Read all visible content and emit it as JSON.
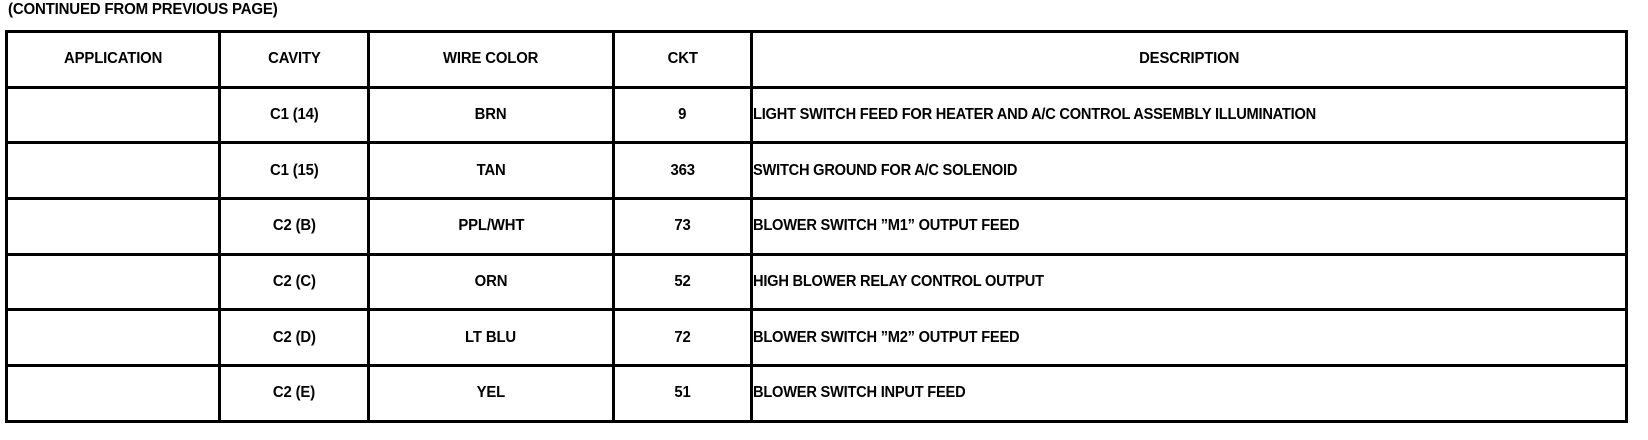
{
  "page": {
    "continued_note": "(CONTINUED FROM PREVIOUS PAGE)"
  },
  "table": {
    "headers": {
      "application": "APPLICATION",
      "cavity": "CAVITY",
      "wire_color": "WIRE COLOR",
      "ckt": "CKT",
      "description": "DESCRIPTION"
    },
    "rows": [
      {
        "application": "",
        "cavity": "C1 (14)",
        "wire_color": "BRN",
        "ckt": "9",
        "description": "LIGHT SWITCH FEED FOR HEATER AND A/C CONTROL ASSEMBLY ILLUMINATION"
      },
      {
        "application": "",
        "cavity": "C1 (15)",
        "wire_color": "TAN",
        "ckt": "363",
        "description": "SWITCH GROUND FOR A/C SOLENOID"
      },
      {
        "application": "",
        "cavity": "C2 (B)",
        "wire_color": "PPL/WHT",
        "ckt": "73",
        "description": "BLOWER SWITCH ”M1” OUTPUT FEED"
      },
      {
        "application": "",
        "cavity": "C2 (C)",
        "wire_color": "ORN",
        "ckt": "52",
        "description": "HIGH BLOWER RELAY CONTROL OUTPUT"
      },
      {
        "application": "",
        "cavity": "C2 (D)",
        "wire_color": "LT BLU",
        "ckt": "72",
        "description": "BLOWER SWITCH ”M2” OUTPUT FEED"
      },
      {
        "application": "",
        "cavity": "C2 (E)",
        "wire_color": "YEL",
        "ckt": "51",
        "description": "BLOWER SWITCH INPUT FEED"
      }
    ]
  },
  "colors": {
    "ink": "#000000",
    "paper": "#ffffff"
  }
}
